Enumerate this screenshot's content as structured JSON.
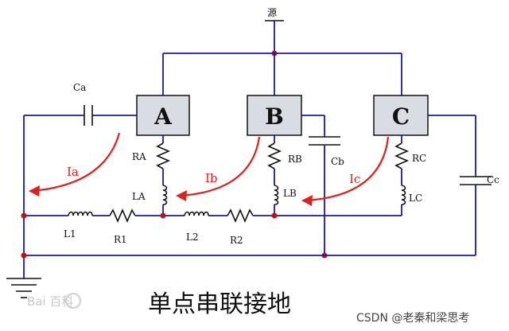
{
  "source_label": "源",
  "blocks": {
    "a": "A",
    "b": "B",
    "c": "C"
  },
  "components": {
    "Ca": "Ca",
    "Cb": "Cb",
    "Cc": "Cc",
    "RA": "RA",
    "LA": "LA",
    "RB": "RB",
    "LB": "LB",
    "RC": "RC",
    "LC": "LC",
    "L1": "L1",
    "R1": "R1",
    "L2": "L2",
    "R2": "R2"
  },
  "currents": {
    "Ia": "Ia",
    "Ib": "Ib",
    "Ic": "Ic"
  },
  "title": "单点串联接地",
  "watermark": "Bai 百科",
  "credit": "CSDN @老秦和梁思考",
  "colors": {
    "wire": "#1a1aa8",
    "current": "#e0201a",
    "block_fill": "#d9dde3"
  }
}
